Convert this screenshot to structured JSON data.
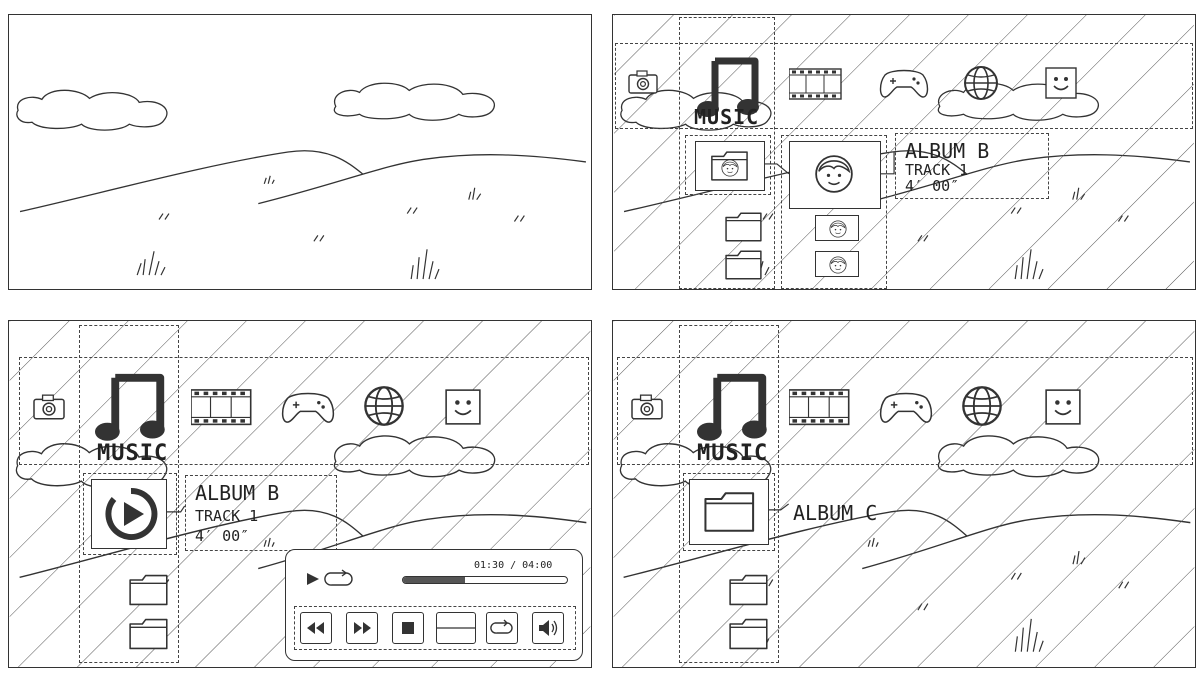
{
  "category_bar": {
    "selected_label": "MUSIC",
    "icons": [
      "camera-icon",
      "music-note-icon",
      "film-strip-icon",
      "gamepad-icon",
      "globe-icon",
      "smiley-face-icon"
    ]
  },
  "panel2": {
    "album_title": "ALBUM B",
    "track": "TRACK 1",
    "duration": "4′ 00″"
  },
  "panel3": {
    "album_title": "ALBUM B",
    "track": "TRACK 1",
    "duration": "4′ 00″",
    "player": {
      "time_display": "01:30 / 04:00",
      "progress": 0.375,
      "buttons": [
        "rewind-icon",
        "fast-forward-icon",
        "stop-icon",
        "blank-button",
        "repeat-icon",
        "volume-icon"
      ]
    }
  },
  "panel4": {
    "album_title": "ALBUM C"
  }
}
